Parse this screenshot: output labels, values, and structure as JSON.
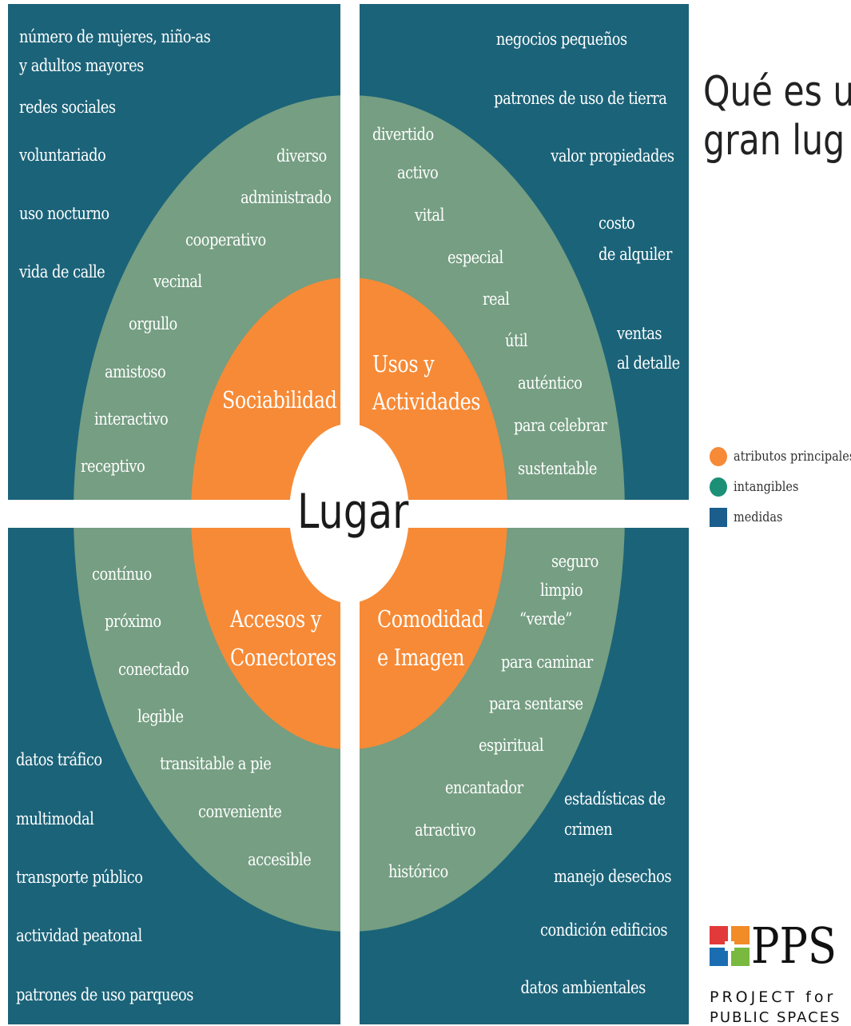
{
  "title": {
    "line1": "Qué es u",
    "line2": "gran lug"
  },
  "center_label": "Lugar",
  "colors": {
    "measures": "#1b6379",
    "intangibles": "#759e82",
    "core": "#f78a36",
    "center": "#ffffff"
  },
  "core": {
    "sociabilidad": "Sociabilidad",
    "usos_1": "Usos y",
    "usos_2": "Actividades",
    "accesos_1": "Accesos y",
    "accesos_2": "Conectores",
    "comodidad_1": "Comodidad",
    "comodidad_2": "e Imagen"
  },
  "intangibles": {
    "sociabilidad": [
      "diverso",
      "administrado",
      "cooperativo",
      "vecinal",
      "orgullo",
      "amistoso",
      "interactivo",
      "receptivo"
    ],
    "usos": [
      "divertido",
      "activo",
      "vital",
      "especial",
      "real",
      "útil",
      "auténtico",
      "para celebrar",
      "sustentable"
    ],
    "accesos": [
      "contínuo",
      "próximo",
      "conectado",
      "legible",
      "transitable a pie",
      "conveniente",
      "accesible"
    ],
    "comodidad": [
      "seguro",
      "limpio",
      "“verde”",
      "para caminar",
      "para sentarse",
      "espiritual",
      "encantador",
      "atractivo",
      "histórico"
    ]
  },
  "measures": {
    "sociabilidad": [
      "número de mujeres, niño-as",
      "y adultos mayores",
      "redes sociales",
      "voluntariado",
      "uso nocturno",
      "vida de calle"
    ],
    "usos": [
      "negocios pequeños",
      "patrones de uso de tierra",
      "valor propiedades",
      "costo",
      "de alquiler",
      "ventas",
      "al detalle"
    ],
    "accesos": [
      "datos tráfico",
      "multimodal",
      "transporte público",
      "actividad peatonal",
      "patrones de uso parqueos"
    ],
    "comodidad": [
      "estadísticas de",
      "crimen",
      "manejo desechos",
      "condición edificios",
      "datos ambientales"
    ]
  },
  "legend": [
    {
      "label": "atributos principales",
      "icon": "orange-circle"
    },
    {
      "label": "intangibles",
      "icon": "teal-circle"
    },
    {
      "label": "medidas",
      "icon": "blue-square"
    }
  ],
  "logo": {
    "name": "PPS",
    "line1": "PROJECT for",
    "line2": "PUBLIC SPACES"
  }
}
